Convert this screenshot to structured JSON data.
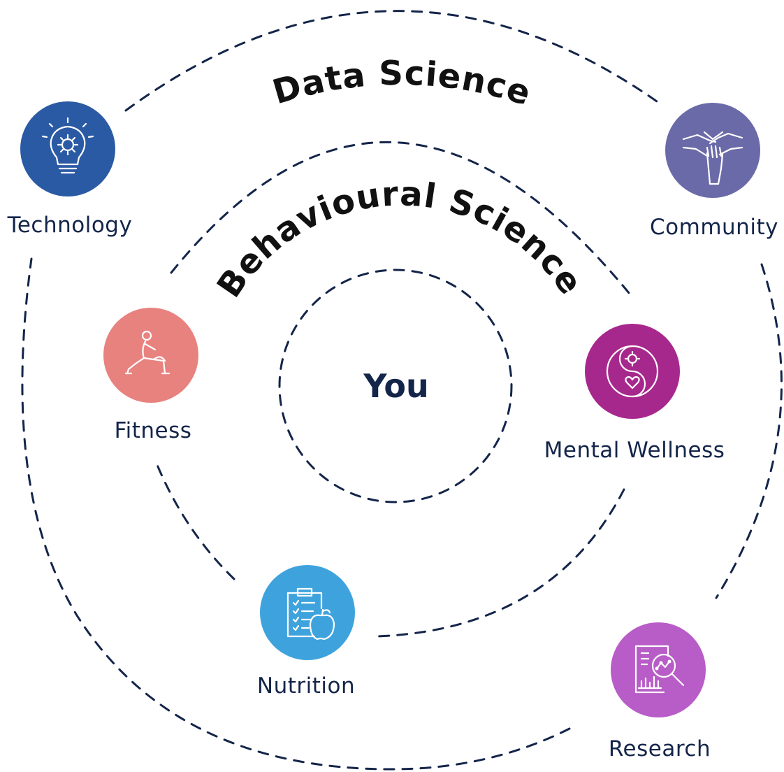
{
  "diagram": {
    "outer_ring_label": "Data Science",
    "middle_ring_label": "Behavioural Science",
    "center_label": "You",
    "nodes": [
      {
        "id": "technology",
        "label": "Technology",
        "color": "#2b5aa5",
        "icon": "lightbulb-gear-icon"
      },
      {
        "id": "community",
        "label": "Community",
        "color": "#6b6aa8",
        "icon": "joined-hands-icon"
      },
      {
        "id": "fitness",
        "label": "Fitness",
        "color": "#e8827f",
        "icon": "lunge-exercise-icon"
      },
      {
        "id": "mental-wellness",
        "label": "Mental Wellness",
        "color": "#a7288c",
        "icon": "yin-yang-heart-gear-icon"
      },
      {
        "id": "nutrition",
        "label": "Nutrition",
        "color": "#3ea3dd",
        "icon": "clipboard-apple-icon"
      },
      {
        "id": "research",
        "label": "Research",
        "color": "#b85cc7",
        "icon": "document-magnifier-icon"
      }
    ]
  }
}
